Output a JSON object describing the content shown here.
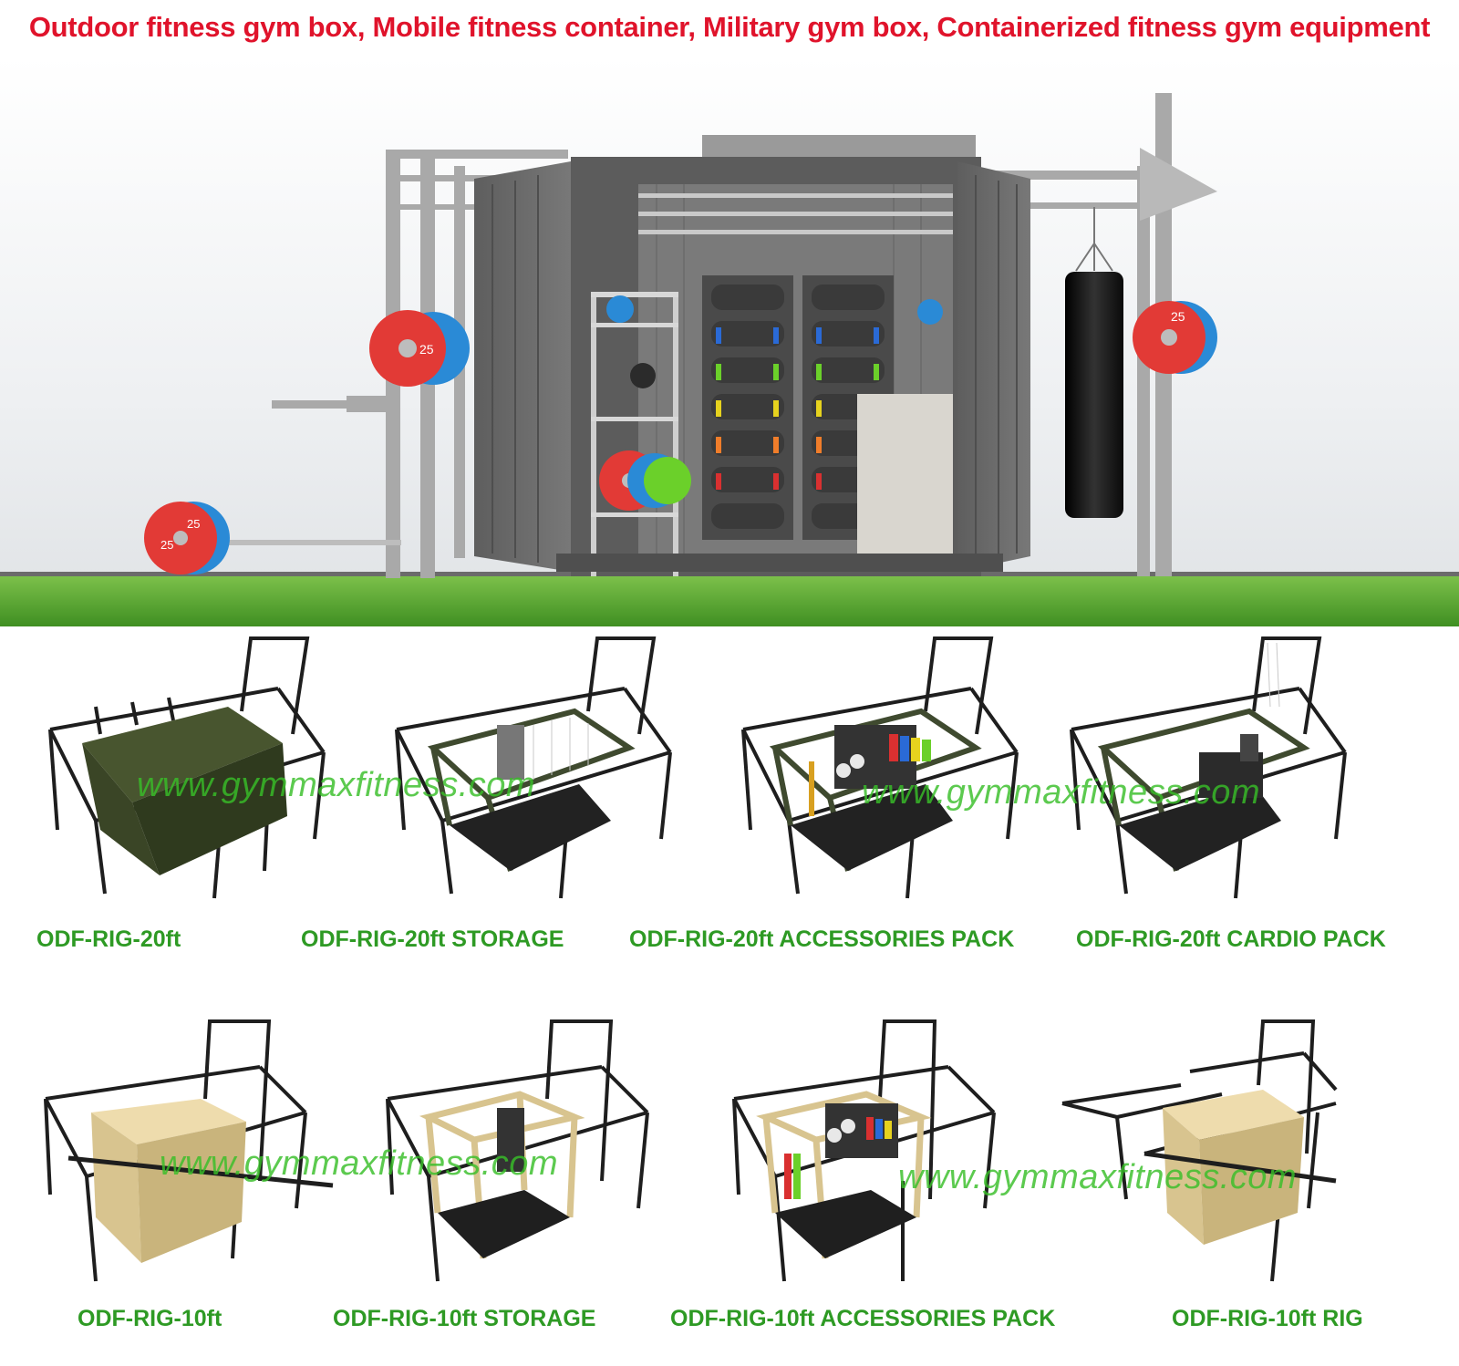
{
  "title": "Outdoor fitness gym box, Mobile fitness container,  Military gym box, Containerized fitness gym equipment",
  "watermark": "www.gymmaxfitness.com",
  "hero": {
    "plate_label": "25",
    "colors": {
      "container": "#6a6a6a",
      "grass": "#5aaa2e",
      "red_plate": "#e23a36",
      "blue_plate": "#2a8ad6",
      "rig": "#b5b5b5",
      "bag": "#1a1a1a"
    }
  },
  "products": [
    {
      "caption": "ODF-RIG-20ft",
      "variant": "20ft-closed",
      "container_color": "#3f4a2f"
    },
    {
      "caption": "ODF-RIG-20ft STORAGE",
      "variant": "20ft-storage",
      "container_color": "#3f4a2f"
    },
    {
      "caption": "ODF-RIG-20ft ACCESSORIES PACK",
      "variant": "20ft-accessories",
      "container_color": "#3f4a2f"
    },
    {
      "caption": "ODF-RIG-20ft CARDIO PACK",
      "variant": "20ft-cardio",
      "container_color": "#3f4a2f"
    },
    {
      "caption": "ODF-RIG-10ft",
      "variant": "10ft-closed",
      "container_color": "#e2cf9d"
    },
    {
      "caption": "ODF-RIG-10ft STORAGE",
      "variant": "10ft-storage",
      "container_color": "#e2cf9d"
    },
    {
      "caption": "ODF-RIG-10ft ACCESSORIES PACK",
      "variant": "10ft-accessories",
      "container_color": "#e2cf9d"
    },
    {
      "caption": "ODF-RIG-10ft RIG",
      "variant": "10ft-rig",
      "container_color": "#e2cf9d"
    }
  ]
}
